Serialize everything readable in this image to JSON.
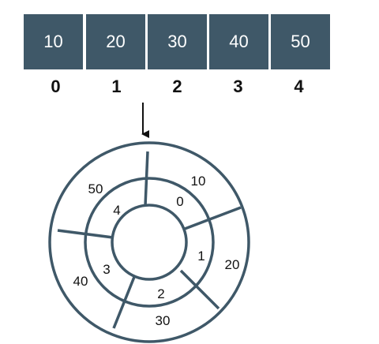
{
  "array": {
    "cells": [
      {
        "value": "10",
        "index": "0"
      },
      {
        "value": "20",
        "index": "1"
      },
      {
        "value": "30",
        "index": "2"
      },
      {
        "value": "40",
        "index": "3"
      },
      {
        "value": "50",
        "index": "4"
      }
    ]
  },
  "ring": {
    "segments": [
      {
        "value": "10",
        "index": "0"
      },
      {
        "value": "20",
        "index": "1"
      },
      {
        "value": "30",
        "index": "2"
      },
      {
        "value": "40",
        "index": "3"
      },
      {
        "value": "50",
        "index": "4"
      }
    ]
  },
  "colors": {
    "cell_fill": "#3f5868",
    "cell_text": "#ffffff",
    "stroke": "#3f5868",
    "text": "#111111"
  }
}
